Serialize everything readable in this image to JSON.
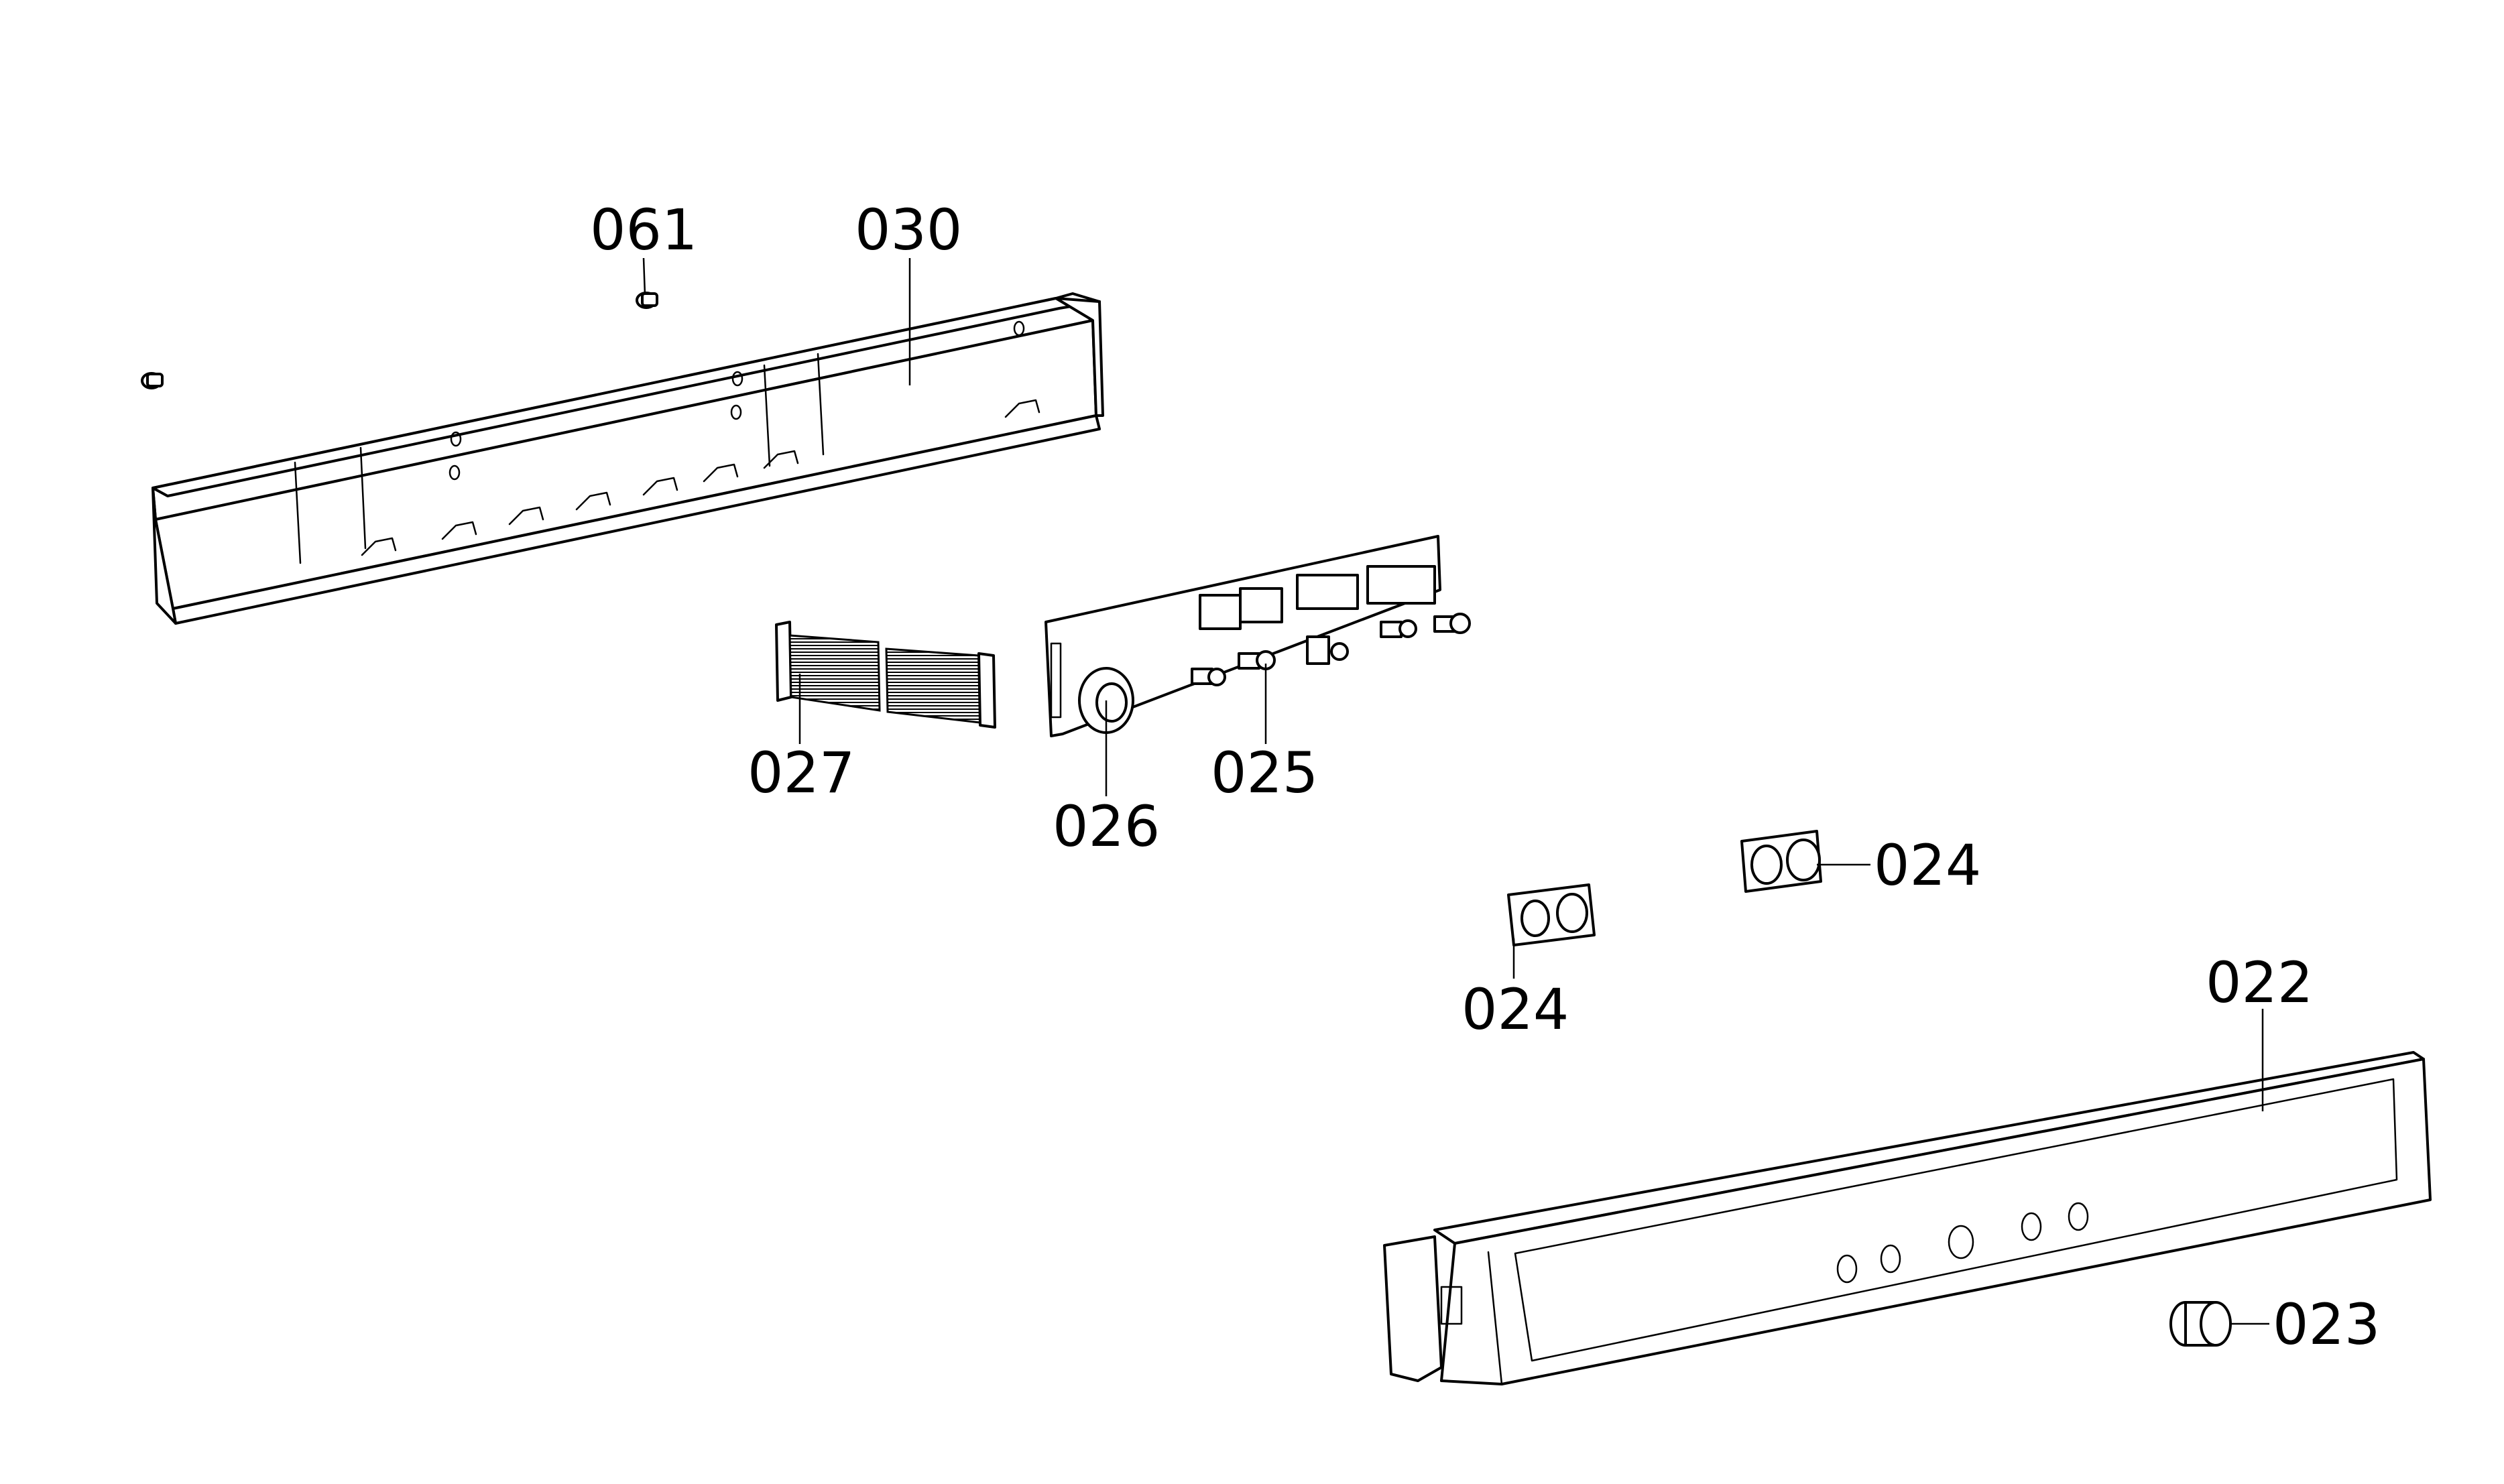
{
  "callouts": [
    {
      "id": "061",
      "label": "061"
    },
    {
      "id": "030",
      "label": "030"
    },
    {
      "id": "027",
      "label": "027"
    },
    {
      "id": "026",
      "label": "026"
    },
    {
      "id": "025",
      "label": "025"
    },
    {
      "id": "024a",
      "label": "024"
    },
    {
      "id": "024b",
      "label": "024"
    },
    {
      "id": "022",
      "label": "022"
    },
    {
      "id": "023",
      "label": "023"
    }
  ]
}
